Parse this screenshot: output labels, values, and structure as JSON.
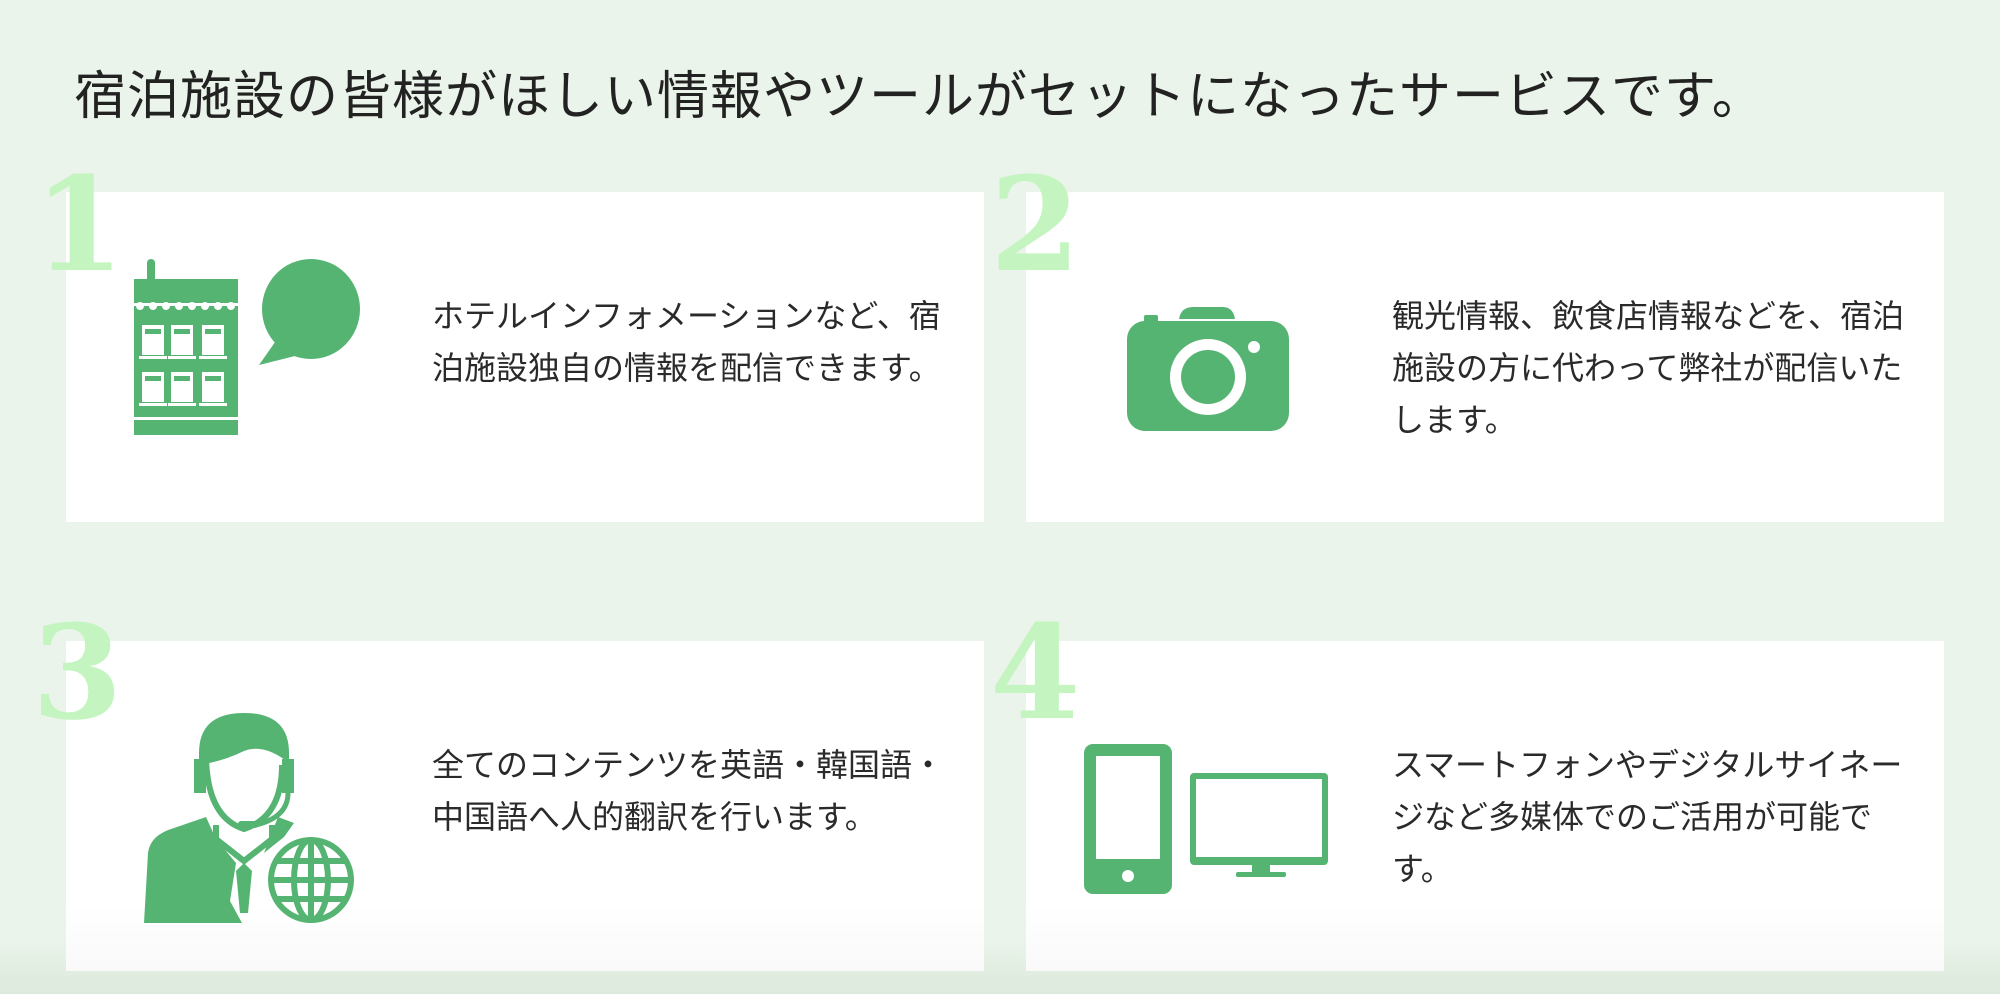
{
  "headline": "宿泊施設の皆様がほしい情報やツールがセットになったサービスです。",
  "colors": {
    "background": "#eaf4ea",
    "card": "#ffffff",
    "icon_green": "#56b473",
    "number_green": "#c4f5c0",
    "text": "#222222"
  },
  "features": [
    {
      "number": "1",
      "icon": "hotel-speech-bubble-icon",
      "text": "ホテルインフォメーションなど、宿泊施設独自の情報を配信できます。"
    },
    {
      "number": "2",
      "icon": "camera-icon",
      "text": "観光情報、飲食店情報などを、宿泊施設の方に代わって弊社が配信いたします。"
    },
    {
      "number": "3",
      "icon": "operator-globe-icon",
      "text": "全てのコンテンツを英語・韓国語・中国語へ人的翻訳を行います。"
    },
    {
      "number": "4",
      "icon": "smartphone-monitor-icon",
      "text": "スマートフォンやデジタルサイネージなど多媒体でのご活用が可能です。"
    }
  ]
}
